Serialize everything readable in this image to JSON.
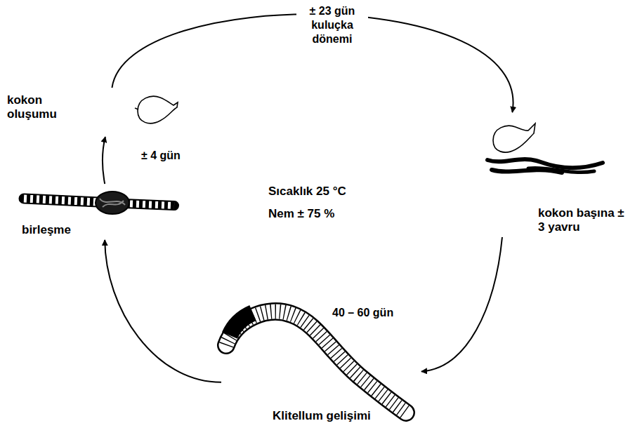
{
  "diagram": {
    "nodes": [
      {
        "text": [
          "kokon oluşumu"
        ]
      },
      {
        "text": [
          "kokon başına ± 3 yavru"
        ]
      },
      {
        "text": [
          "Klitellum gelişimi"
        ]
      },
      {
        "text": [
          "birleşme"
        ]
      }
    ],
    "edges": [
      {
        "from": 0,
        "to": 1,
        "label": "± 23 gün kuluçka dönemi",
        "arrow": "to"
      },
      {
        "from": 1,
        "to": 2,
        "label": "40 – 60 gün",
        "arrow": "to"
      },
      {
        "from": 2,
        "to": 3,
        "arrow": "to"
      },
      {
        "from": 3,
        "to": 0,
        "label": "± 4 gün",
        "arrow": "to"
      }
    ],
    "labels": [
      "Sıcaklık 25 °C",
      "Nem ± 75 %"
    ]
  }
}
